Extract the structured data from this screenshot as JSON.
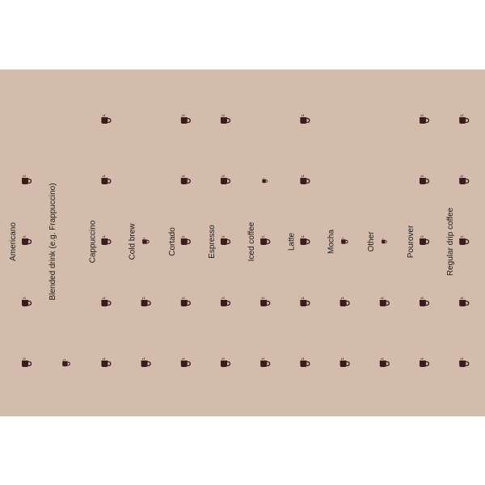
{
  "chart_data": {
    "type": "scatter",
    "title": "",
    "xlabel": "",
    "ylabel": "",
    "background_color": "#d3bcac",
    "marker_color": "#3a1c1c",
    "marker_icon": "coffee-cup-icon",
    "grid": false,
    "categories": [
      "Americano",
      "Blended drink (e.g. Frappuccino)",
      "Cappuccino",
      "Cold brew",
      "Cortado",
      "Espresso",
      "Iced coffee",
      "Latte",
      "Mocha",
      "Other",
      "Pourover",
      "Regular drip coffee"
    ],
    "rows": 5,
    "cells": [
      {
        "category": "Americano",
        "sizes": [
          0,
          1,
          1,
          1,
          1
        ]
      },
      {
        "category": "Blended drink (e.g. Frappuccino)",
        "sizes": [
          0,
          0,
          0,
          0,
          0.8
        ]
      },
      {
        "category": "Cappuccino",
        "sizes": [
          1,
          1,
          1,
          1,
          1
        ]
      },
      {
        "category": "Cold brew",
        "sizes": [
          0,
          0,
          0.7,
          1,
          1
        ]
      },
      {
        "category": "Cortado",
        "sizes": [
          1,
          1,
          1,
          1,
          1
        ]
      },
      {
        "category": "Espresso",
        "sizes": [
          1,
          1,
          1,
          1,
          1
        ]
      },
      {
        "category": "Iced coffee",
        "sizes": [
          0,
          0.55,
          1,
          1,
          1
        ]
      },
      {
        "category": "Latte",
        "sizes": [
          1,
          1,
          1,
          1,
          1
        ]
      },
      {
        "category": "Mocha",
        "sizes": [
          0,
          0,
          0.7,
          1,
          1
        ]
      },
      {
        "category": "Other",
        "sizes": [
          0,
          0,
          0.55,
          1,
          1
        ]
      },
      {
        "category": "Pourover",
        "sizes": [
          1,
          1,
          1,
          1,
          1
        ]
      },
      {
        "category": "Regular drip coffee",
        "sizes": [
          1,
          1,
          1,
          1,
          1
        ]
      }
    ]
  }
}
